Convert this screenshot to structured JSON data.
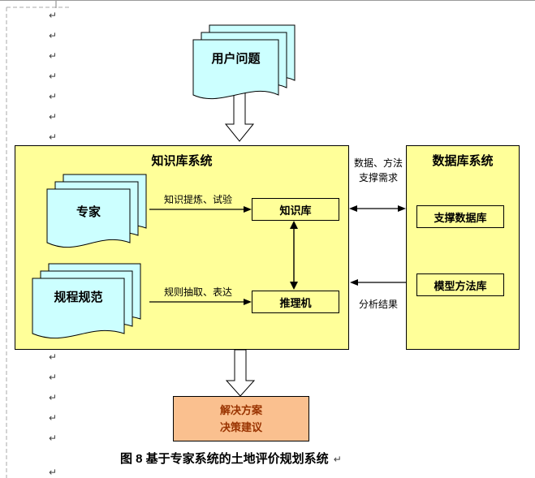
{
  "page": {
    "paragraph_mark": "↵",
    "caption": "图 8  基于专家系统的土地评价规划系统"
  },
  "colors": {
    "document_fill": "#CCFFFF",
    "region_fill": "#FFFF99",
    "solution_fill": "#FAC08F",
    "solution_text_color": "#993300"
  },
  "diagram": {
    "user_problems": "用户问题",
    "kb_system": {
      "title": "知识库系统",
      "experts": "专家",
      "regulations": "规程规范",
      "knowledge_base": "知识库",
      "inference_engine": "推理机",
      "extract_label": "知识提炼、试验",
      "rule_label": "规则抽取、表达"
    },
    "db_system": {
      "title": "数据库系统",
      "support_db": "支撑数据库",
      "model_lib": "模型方法库"
    },
    "links": {
      "demand_line1": "数据、方法",
      "demand_line2": "支撑需求",
      "analysis_result": "分析结果"
    },
    "solution": {
      "line1": "解决方案",
      "line2": "决策建议"
    }
  }
}
